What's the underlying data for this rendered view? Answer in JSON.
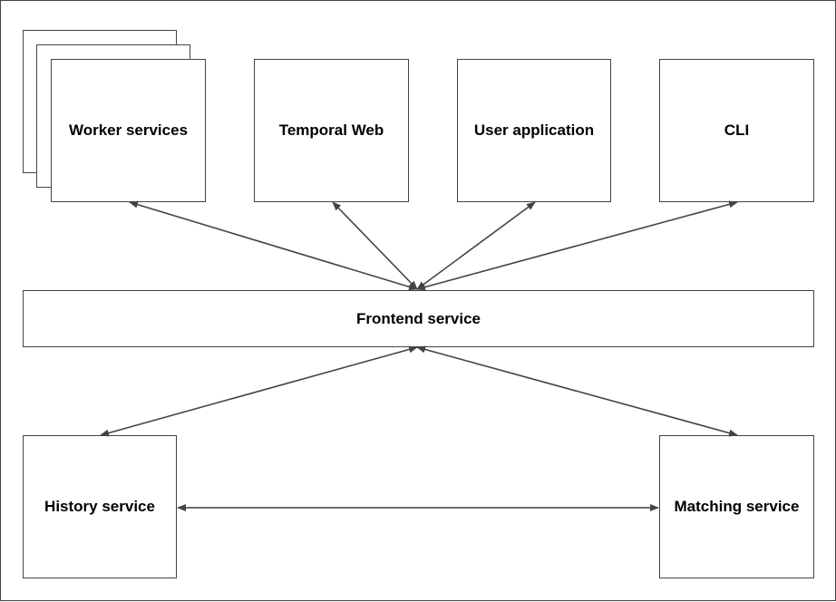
{
  "nodes": {
    "worker": {
      "label": "Worker services"
    },
    "web": {
      "label": "Temporal Web"
    },
    "user": {
      "label": "User application"
    },
    "cli": {
      "label": "CLI"
    },
    "frontend": {
      "label": "Frontend service"
    },
    "history": {
      "label": "History service"
    },
    "matching": {
      "label": "Matching service"
    }
  },
  "edges": [
    {
      "from": "frontend",
      "to": "worker",
      "bidirectional": true
    },
    {
      "from": "frontend",
      "to": "web",
      "bidirectional": true
    },
    {
      "from": "frontend",
      "to": "user",
      "bidirectional": true
    },
    {
      "from": "frontend",
      "to": "cli",
      "bidirectional": true
    },
    {
      "from": "frontend",
      "to": "history",
      "bidirectional": true
    },
    {
      "from": "frontend",
      "to": "matching",
      "bidirectional": true
    },
    {
      "from": "history",
      "to": "matching",
      "bidirectional": true
    }
  ],
  "colors": {
    "stroke": "#444444",
    "text": "#000000",
    "background": "#ffffff"
  }
}
